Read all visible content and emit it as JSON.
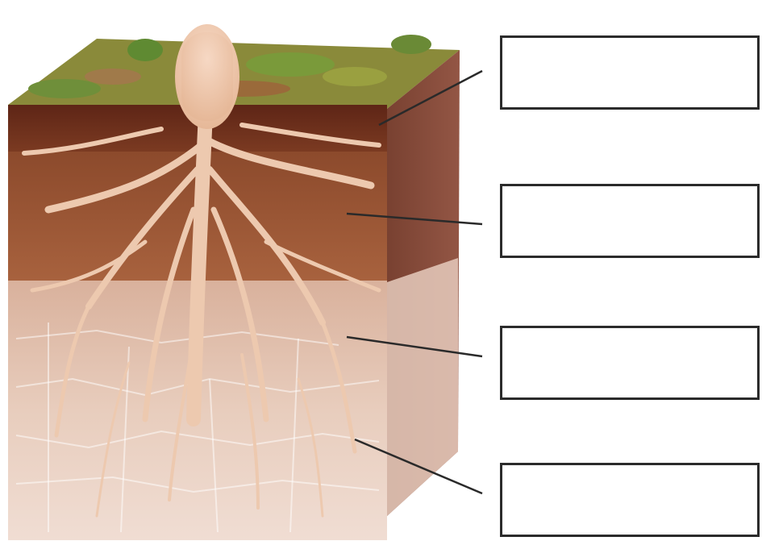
{
  "diagram": {
    "subject": "soil-profile-with-roots",
    "layers": [
      {
        "id": "topsoil-surface",
        "color": "#7a3a22"
      },
      {
        "id": "subsoil",
        "color": "#9e5a3a"
      },
      {
        "id": "weathered-parent-material",
        "color": "#e2c2b0"
      },
      {
        "id": "bedrock",
        "color": "#efdcd2"
      }
    ],
    "labels": [
      {
        "id": "label-1",
        "text": ""
      },
      {
        "id": "label-2",
        "text": ""
      },
      {
        "id": "label-3",
        "text": ""
      },
      {
        "id": "label-4",
        "text": ""
      }
    ]
  }
}
